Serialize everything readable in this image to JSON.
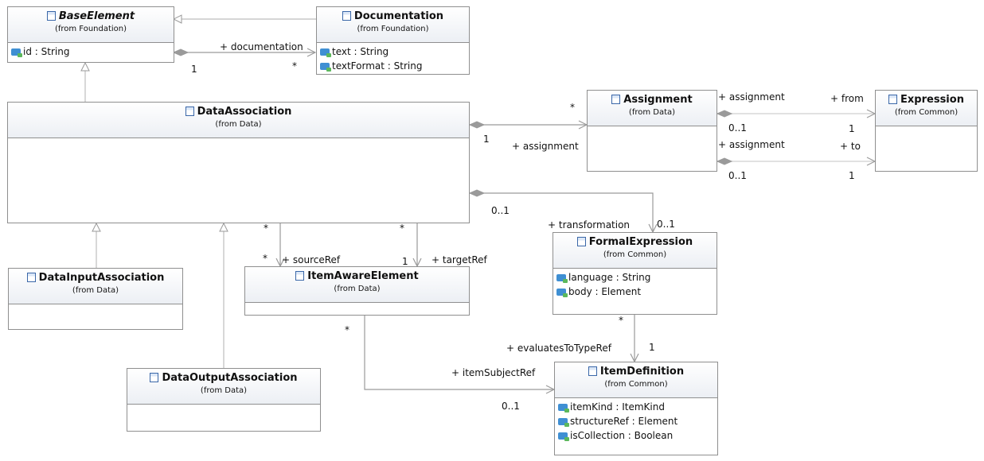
{
  "classes": {
    "base_element": {
      "name": "BaseElement",
      "from": "(from Foundation)",
      "attributes": [
        "id : String"
      ]
    },
    "documentation": {
      "name": "Documentation",
      "from": "(from Foundation)",
      "attributes": [
        "text : String",
        "textFormat : String"
      ]
    },
    "data_association": {
      "name": "DataAssociation",
      "from": "(from Data)"
    },
    "assignment": {
      "name": "Assignment",
      "from": "(from Data)"
    },
    "expression": {
      "name": "Expression",
      "from": "(from Common)"
    },
    "data_input_association": {
      "name": "DataInputAssociation",
      "from": "(from Data)"
    },
    "data_output_association": {
      "name": "DataOutputAssociation",
      "from": "(from Data)"
    },
    "item_aware_element": {
      "name": "ItemAwareElement",
      "from": "(from Data)"
    },
    "formal_expression": {
      "name": "FormalExpression",
      "from": "(from Common)",
      "attributes": [
        "language : String",
        "body : Element"
      ]
    },
    "item_definition": {
      "name": "ItemDefinition",
      "from": "(from Common)",
      "attributes": [
        "itemKind : ItemKind",
        "structureRef : Element",
        "isCollection : Boolean"
      ]
    }
  },
  "labels": {
    "documentation_role": "+ documentation",
    "documentation_source_mult": "1",
    "documentation_target_mult": "*",
    "assignment_role": "+ assignment",
    "assignment_source_mult": "1",
    "assignment_target_mult": "*",
    "from_src_role": "+ assignment",
    "from_role": "+ from",
    "from_src_mult": "0..1",
    "from_target_mult": "1",
    "to_src_role": "+ assignment",
    "to_role": "+ to",
    "to_src_mult": "0..1",
    "to_target_mult": "1",
    "transformation_role": "+ transformation",
    "transformation_source_mult": "0..1",
    "transformation_target_mult": "0..1",
    "source_ref_role": "+ sourceRef",
    "source_ref_src_mult": "*",
    "source_ref_target_mult": "*",
    "target_ref_role": "+ targetRef",
    "target_ref_src_mult": "*",
    "target_ref_target_mult": "1",
    "evaluates_role": "+ evaluatesToTypeRef",
    "evaluates_src_mult": "*",
    "evaluates_target_mult": "1",
    "item_subject_role": "+ itemSubjectRef",
    "item_subject_src_mult": "*",
    "item_subject_target_mult": "0..1"
  }
}
